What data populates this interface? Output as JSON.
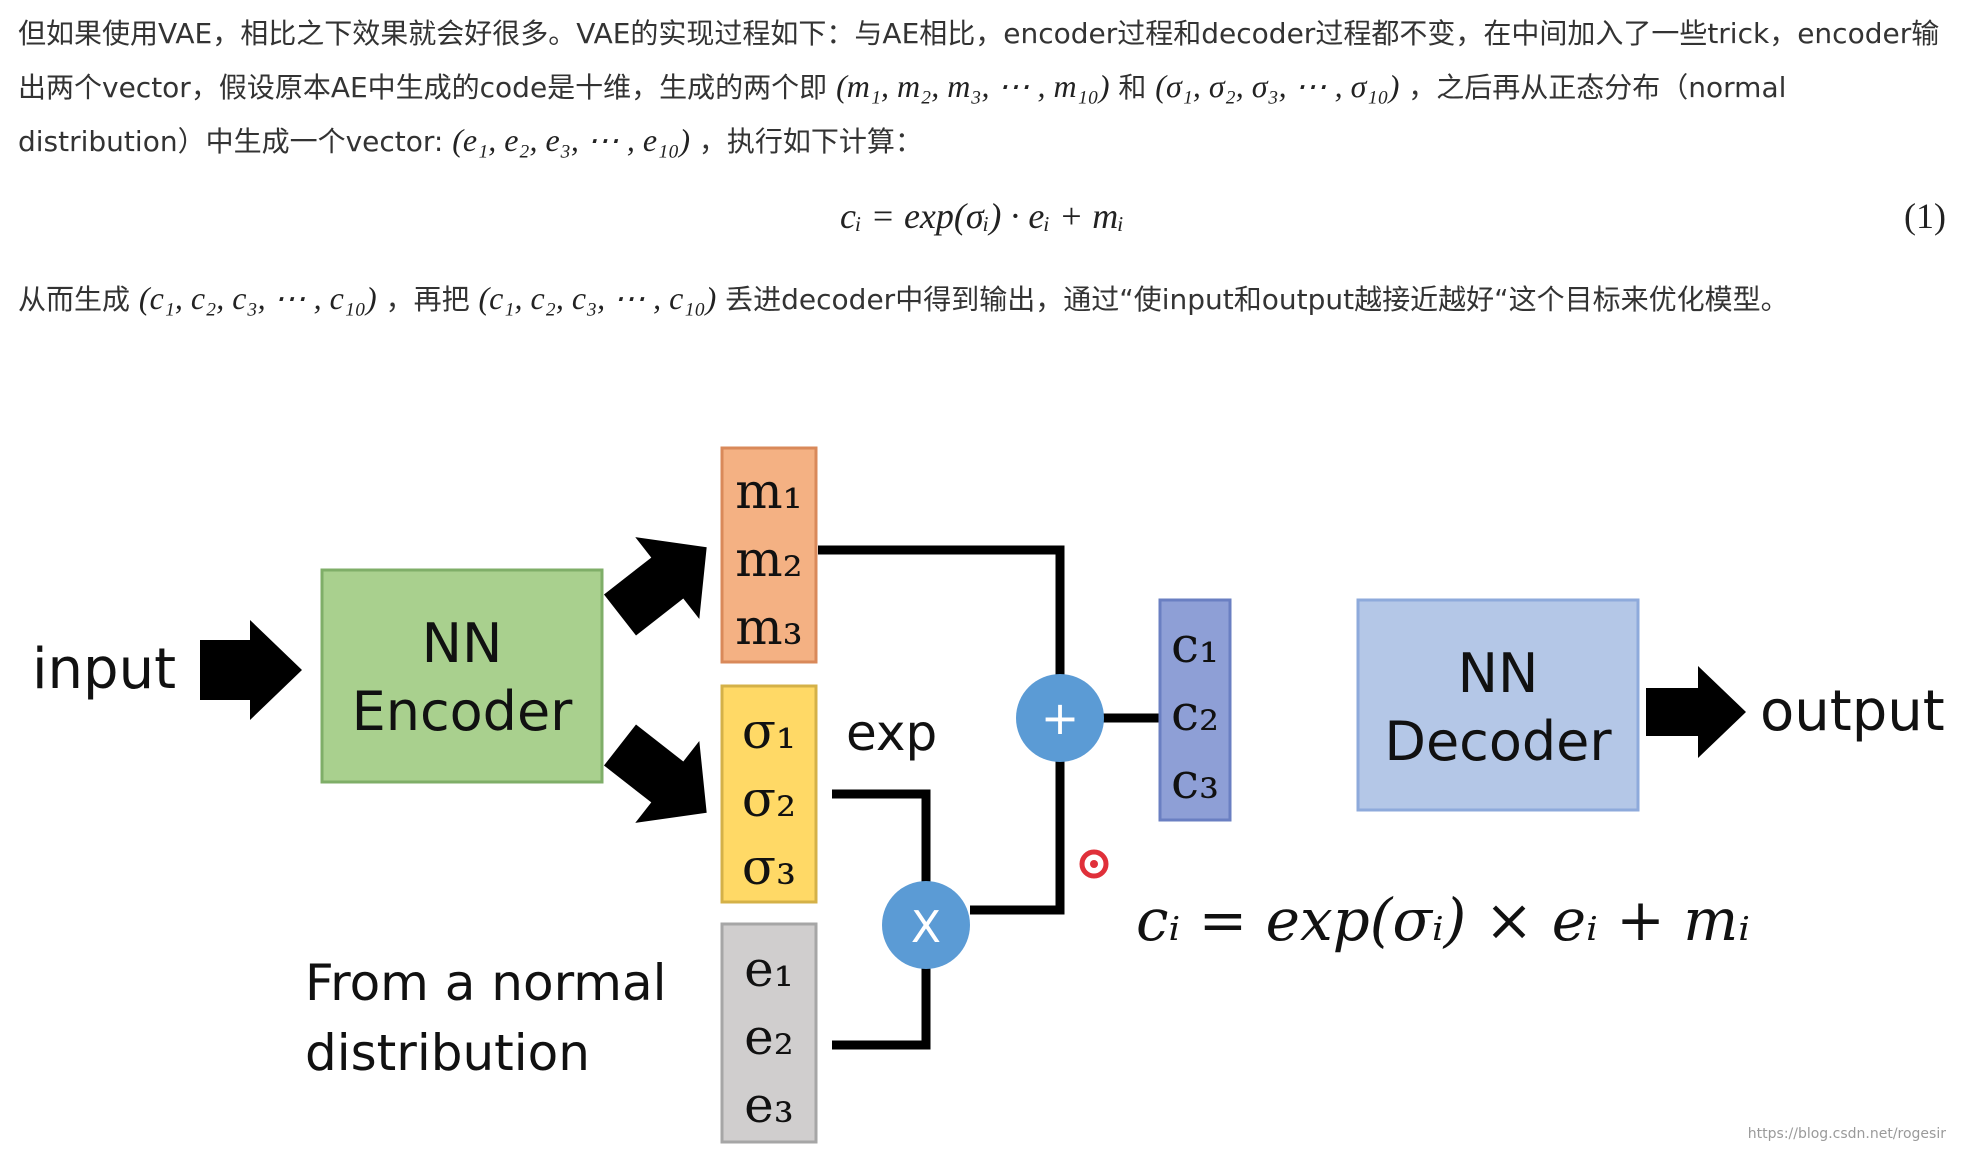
{
  "text": {
    "p1": "但如果使用VAE，相比之下效果就会好很多。VAE的实现过程如下：与AE相比，encoder过程和decoder过程都不变，在中间加入了一些trick，encoder输出两个vector，假设原本AE中生成的code是十维，生成的两个即",
    "m_vec": "(m₁, m₂, m₃, ⋯ , m₁₀)",
    "and": "和",
    "s_vec": "(σ₁, σ₂, σ₃, ⋯ , σ₁₀)",
    "p1b": "，之后再从正态分布（normal distribution）中生成一个vector:",
    "e_vec": "(e₁, e₂, e₃, ⋯ , e₁₀)",
    "p1c": "，执行如下计算：",
    "equation": "cᵢ = exp(σᵢ) · eᵢ + mᵢ",
    "eq_number": "(1)",
    "p2a": "从而生成",
    "c_vec": "(c₁, c₂, c₃, ⋯ , c₁₀)",
    "p2b": "，再把",
    "c_vec2": "(c₁, c₂, c₃, ⋯ , c₁₀)",
    "p2c": "丢进decoder中得到输出，通过“使input和output越接近越好“这个目标来优化模型。"
  },
  "diagram": {
    "input": "input",
    "encoder_line1": "NN",
    "encoder_line2": "Encoder",
    "m1": "m₁",
    "m2": "m₂",
    "m3": "m₃",
    "s1": "σ₁",
    "s2": "σ₂",
    "s3": "σ₃",
    "e1": "e₁",
    "e2": "e₂",
    "e3": "e₃",
    "exp": "exp",
    "plus": "+",
    "times": "X",
    "c1": "c₁",
    "c2": "c₂",
    "c3": "c₃",
    "decoder_line1": "NN",
    "decoder_line2": "Decoder",
    "output": "output",
    "normal_line1": "From a normal",
    "normal_line2": "distribution",
    "formula": "cᵢ = exp(σᵢ) × eᵢ + mᵢ"
  },
  "watermark": "https://blog.csdn.net/rogesir",
  "colors": {
    "encoder_fill": "#a9d08e",
    "encoder_stroke": "#7fae68",
    "m_fill": "#f4b183",
    "m_stroke": "#d9895a",
    "sigma_fill": "#ffd966",
    "sigma_stroke": "#d4b148",
    "e_fill": "#d0cece",
    "e_stroke": "#a6a6a6",
    "c_fill": "#8e9fd6",
    "c_stroke": "#6a7fc2",
    "decoder_fill": "#b4c7e7",
    "decoder_stroke": "#8eaadb",
    "op_circle": "#5b9bd5"
  }
}
